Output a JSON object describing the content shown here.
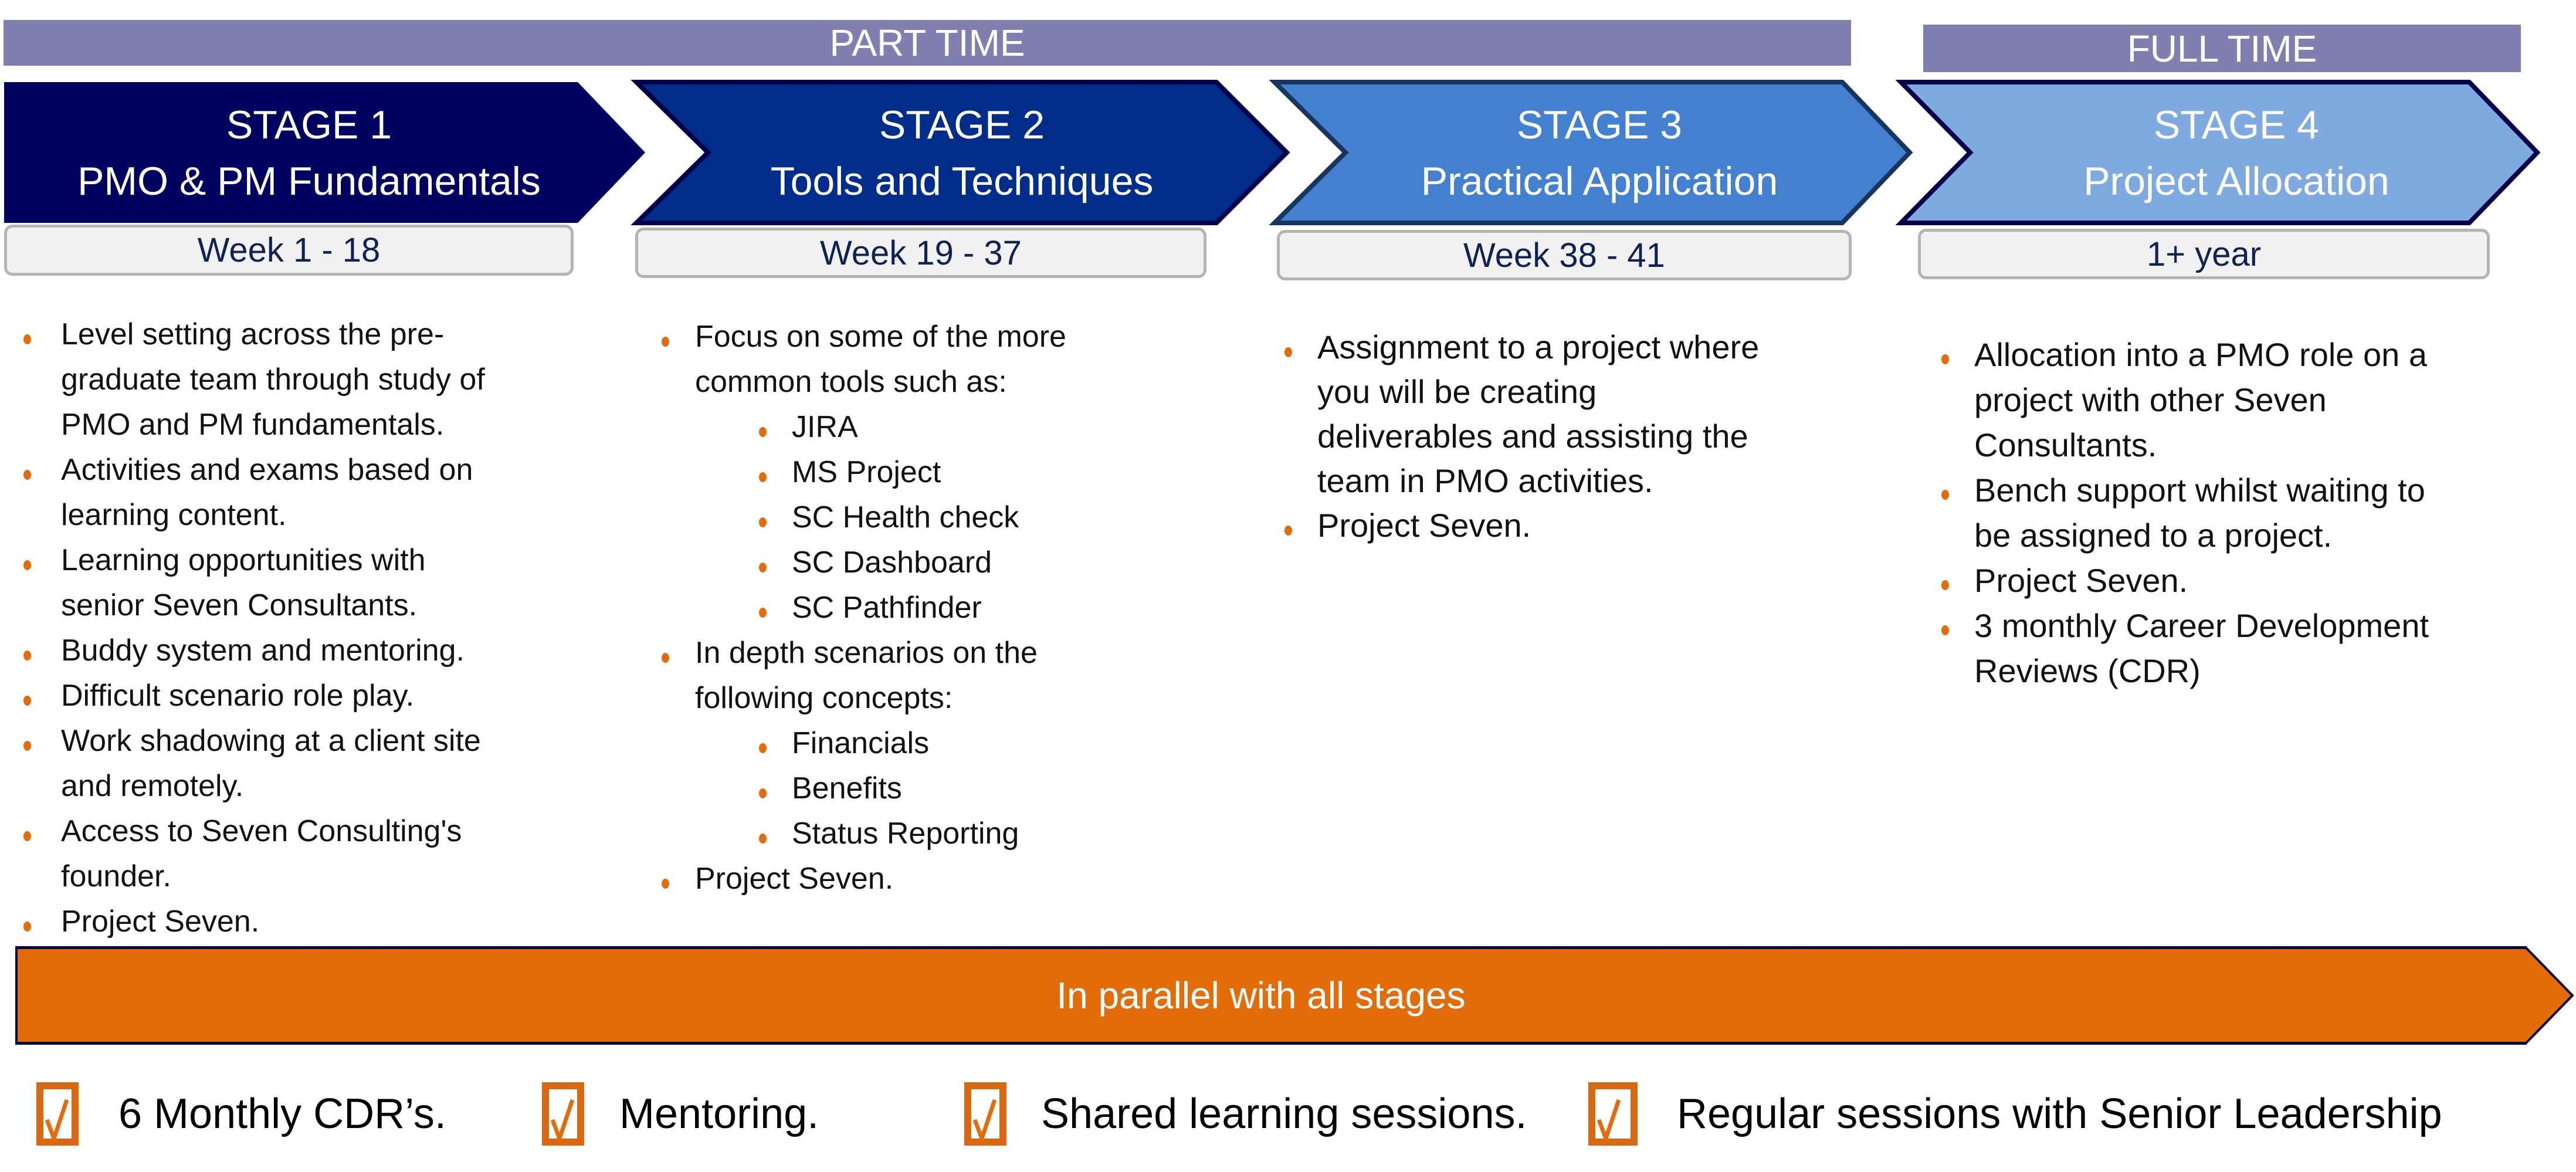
{
  "header": {
    "part_time": "PART TIME",
    "full_time": "FULL TIME"
  },
  "colors": {
    "band": "#8080B0",
    "stage1": "#000060",
    "stage2": "#002D8A",
    "stage3": "#4380D0",
    "stage4": "#7FAADF",
    "accent_orange": "#E36C0A",
    "navy_border": "#000048"
  },
  "stages": [
    {
      "title": "STAGE 1",
      "subtitle": "PMO & PM Fundamentals",
      "duration": "Week 1 - 18"
    },
    {
      "title": "STAGE 2",
      "subtitle": "Tools and Techniques",
      "duration": "Week 19 - 37"
    },
    {
      "title": "STAGE 3",
      "subtitle": "Practical Application",
      "duration": "Week 38 - 41"
    },
    {
      "title": "STAGE 4",
      "subtitle": "Project Allocation",
      "duration": "1+ year"
    }
  ],
  "columns": [
    {
      "items": [
        {
          "level": 1,
          "lines": [
            "Level setting across the pre-",
            "graduate team through study of",
            "PMO and PM fundamentals."
          ]
        },
        {
          "level": 1,
          "lines": [
            "Activities and exams based on",
            "learning content."
          ]
        },
        {
          "level": 1,
          "lines": [
            "Learning opportunities with",
            "senior Seven Consultants."
          ]
        },
        {
          "level": 1,
          "lines": [
            "Buddy system and mentoring."
          ]
        },
        {
          "level": 1,
          "lines": [
            "Difficult scenario role play."
          ]
        },
        {
          "level": 1,
          "lines": [
            "Work shadowing at a client site",
            "and remotely."
          ]
        },
        {
          "level": 1,
          "lines": [
            "Access to Seven Consulting's",
            "founder."
          ]
        },
        {
          "level": 1,
          "lines": [
            "Project Seven."
          ]
        }
      ]
    },
    {
      "items": [
        {
          "level": 1,
          "lines": [
            "Focus on some of the more",
            "common tools such as:"
          ]
        },
        {
          "level": 2,
          "lines": [
            "JIRA"
          ]
        },
        {
          "level": 2,
          "lines": [
            "MS Project"
          ]
        },
        {
          "level": 2,
          "lines": [
            "SC Health check"
          ]
        },
        {
          "level": 2,
          "lines": [
            "SC Dashboard"
          ]
        },
        {
          "level": 2,
          "lines": [
            "SC Pathfinder"
          ]
        },
        {
          "level": 1,
          "lines": [
            "In depth scenarios on the",
            "following concepts:"
          ]
        },
        {
          "level": 2,
          "lines": [
            "Financials"
          ]
        },
        {
          "level": 2,
          "lines": [
            "Benefits"
          ]
        },
        {
          "level": 2,
          "lines": [
            "Status Reporting"
          ]
        },
        {
          "level": 1,
          "lines": [
            "Project Seven."
          ]
        }
      ]
    },
    {
      "items": [
        {
          "level": 1,
          "lines": [
            "Assignment to a project where",
            "you will be creating",
            "deliverables and assisting the",
            "team in PMO activities."
          ]
        },
        {
          "level": 1,
          "lines": [
            "Project Seven."
          ]
        }
      ]
    },
    {
      "items": [
        {
          "level": 1,
          "lines": [
            "Allocation into a PMO role on a",
            "project with other Seven",
            "Consultants."
          ]
        },
        {
          "level": 1,
          "lines": [
            "Bench support whilst waiting to",
            "be assigned to a project."
          ]
        },
        {
          "level": 1,
          "lines": [
            "Project Seven."
          ]
        },
        {
          "level": 1,
          "lines": [
            "3 monthly Career Development",
            "Reviews (CDR)"
          ]
        }
      ]
    }
  ],
  "parallel": {
    "label": "In parallel with all stages"
  },
  "checklist": [
    {
      "label": "6 Monthly CDR’s.",
      "checked": true
    },
    {
      "label": "Mentoring.",
      "checked": true
    },
    {
      "label": "Shared learning sessions.",
      "checked": true
    },
    {
      "label": "Regular sessions with Senior Leadership",
      "checked": true
    }
  ]
}
